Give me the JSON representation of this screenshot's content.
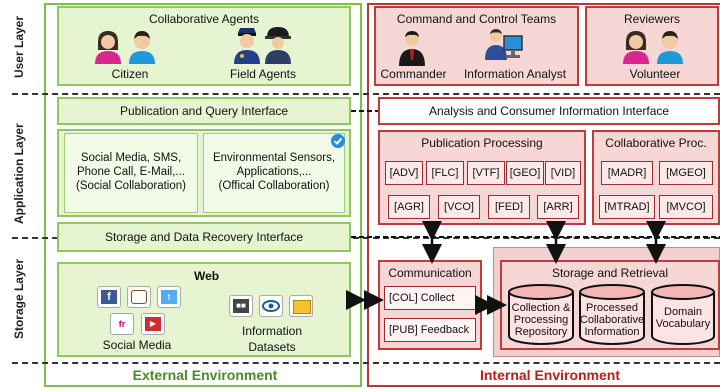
{
  "layers": {
    "user": "User Layer",
    "application": "Application Layer",
    "storage": "Storage Layer"
  },
  "external": {
    "title": "External Environment",
    "collaborative_agents": {
      "title": "Collaborative Agents",
      "citizen": "Citizen",
      "field_agents": "Field Agents"
    },
    "publication_query": "Publication and Query Interface",
    "social_box": [
      "Social Media, SMS,",
      "Phone Call, E-Mail,...",
      "(Social Collaboration)"
    ],
    "sensor_box": [
      "Environmental Sensors,",
      "Applications,...",
      "(Offical Collaboration)"
    ],
    "storage_interface": "Storage and Data Recovery Interface",
    "web": {
      "title": "Web",
      "social_media": "Social Media",
      "info_datasets": [
        "Information",
        "Datasets"
      ]
    }
  },
  "internal": {
    "title": "Internal Environment",
    "command_control": {
      "title": "Command and Control Teams",
      "commander": "Commander",
      "analyst": "Information Analyst"
    },
    "reviewers": {
      "title": "Reviewers",
      "volunteer": "Volunteer"
    },
    "analysis_interface": "Analysis and Consumer Information Interface",
    "publication_processing": {
      "title": "Publication Processing",
      "row1": [
        "[ADV]",
        "[FLC]",
        "[VTF]",
        "[GEO]",
        "[VID]"
      ],
      "row2": [
        "[AGR]",
        "[VCO]",
        "[FED]",
        "[ARR]"
      ]
    },
    "collab_proc": {
      "title": "Collaborative Proc.",
      "row1": [
        "[MADR]",
        "[MGEO]"
      ],
      "row2": [
        "[MTRAD]",
        "[MVCO]"
      ]
    },
    "communication": {
      "title": "Communication",
      "collect": "[COL] Collect",
      "feedback": "[PUB] Feedback"
    },
    "storage_retrieval": {
      "title": "Storage and Retrieval",
      "repo1": [
        "Collection &",
        "Processing",
        "Repository"
      ],
      "repo2": [
        "Processed",
        "Collaborative",
        "Information"
      ],
      "repo3": [
        "Domain",
        "Vocabulary"
      ]
    }
  },
  "colors": {
    "green_border": "#7cc04a",
    "red_border": "#b23a3a",
    "green_fill": "#e6f4d2",
    "red_fill": "#f7d6d6",
    "external_title": "#4a8a2a",
    "internal_title": "#c11a1a"
  }
}
